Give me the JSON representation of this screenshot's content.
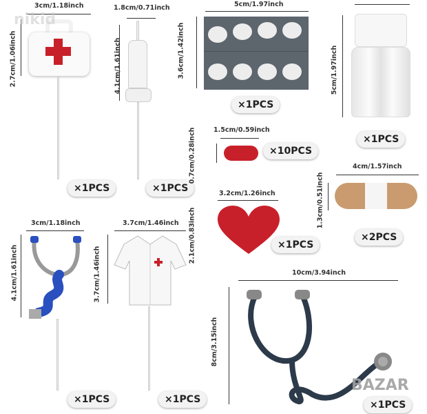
{
  "watermark_top": "nikid",
  "watermark_bottom": "BAZAR",
  "items": [
    {
      "name": "first-aid-kit",
      "width": "3cm/1.18inch",
      "height": "2.7cm/1.06inch",
      "qty": "×1PCS"
    },
    {
      "name": "syringe",
      "width": "1.8cm/0.71inch",
      "height": "4.1cm/1.61inch",
      "qty": "×1PCS"
    },
    {
      "name": "pill-blister",
      "width": "5cm/1.97inch",
      "height": "3.6cm/1.42inch",
      "qty": "×1PCS"
    },
    {
      "name": "pill-bottle",
      "height": "5cm/1.97inch",
      "qty": "×1PCS"
    },
    {
      "name": "red-pill",
      "width": "1.5cm/0.59inch",
      "height": "0.7cm/0.28inch",
      "qty": "×10PCS"
    },
    {
      "name": "bandage",
      "width": "4cm/1.57inch",
      "height": "1.3cm/0.51inch",
      "qty": "×2PCS"
    },
    {
      "name": "heart",
      "width": "3.2cm/1.26inch",
      "height": "2.1cm/0.83inch",
      "qty": "×1PCS"
    },
    {
      "name": "blue-stethoscope",
      "width": "3cm/1.18inch",
      "height": "4.1cm/1.61inch",
      "qty": "×1PCS"
    },
    {
      "name": "lab-coat",
      "width": "3.7cm/1.46inch",
      "height": "3.7cm/1.46inch",
      "qty": "×1PCS"
    },
    {
      "name": "large-stethoscope",
      "width": "10cm/3.94inch",
      "height": "8cm/3.15inch",
      "qty": "×1PCS"
    }
  ],
  "colors": {
    "red": "#c8202a",
    "blue": "#2a4fbf",
    "navy": "#2c3a4a",
    "tray": "#5d656d",
    "bandage": "#c99b6e"
  }
}
